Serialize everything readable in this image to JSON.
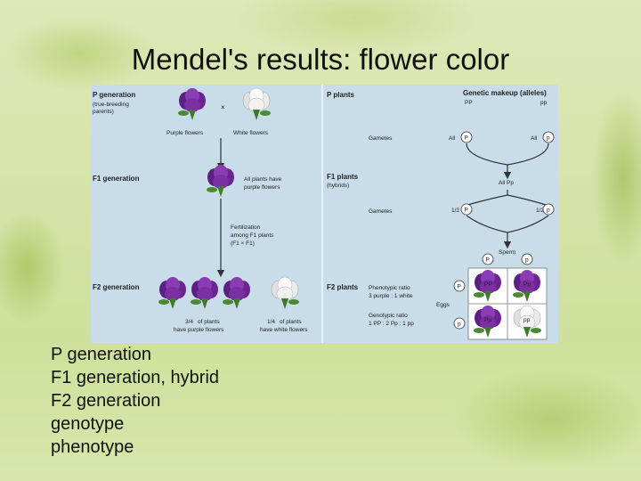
{
  "slide": {
    "title": "Mendel's results: flower color",
    "terms": [
      "P generation",
      "F1 generation, hybrid",
      "F2 generation",
      "genotype",
      "phenotype"
    ]
  },
  "figure": {
    "left_panel": {
      "p_gen_label": "P generation",
      "p_gen_sub1": "(true-breeding",
      "p_gen_sub2": "parents)",
      "cross_symbol": "×",
      "purple_flowers": "Purple flowers",
      "white_flowers": "White flowers",
      "f1_gen_label": "F1 generation",
      "f1_note1": "All plants have",
      "f1_note2": "purple flowers",
      "fert1": "Fertilization",
      "fert2": "among F1 plants",
      "fert3": "(F1 × F1)",
      "f2_gen_label": "F2 generation",
      "purple_frac": "3/4",
      "purple_note1": "of plants",
      "purple_note2": "have purple flowers",
      "white_frac": "1/4",
      "white_note1": "of plants",
      "white_note2": "have white flowers"
    },
    "right_panel": {
      "p_plants": "P plants",
      "genetic_makeup": "Genetic makeup (alleles)",
      "pp_left": "PP",
      "pp_right": "pp",
      "gametes": "Gametes",
      "all_left": "All",
      "all_right": "All",
      "gamete_big_p": "P",
      "gamete_small_p": "p",
      "f1_plants": "F1 plants",
      "hybrids": "(hybrids)",
      "all_pp": "All Pp",
      "half": "1/2",
      "gametes2": "Gametes",
      "sperm": "Sperm",
      "eggs": "Eggs",
      "f2_plants": "F2 plants",
      "pheno_ratio": "Phenotypic ratio",
      "pheno_value": "3 purple : 1 white",
      "geno_ratio": "Genotypic ratio",
      "geno_value": "1 PP : 2 Pp : 1 pp",
      "punnett": [
        "PP",
        "Pp",
        "Pp",
        "pp"
      ]
    },
    "colors": {
      "purple_flower": "#7b2fa0",
      "white_flower": "#f2f2f2",
      "panel_bg": "#c8dcea",
      "arrow": "#333333"
    }
  }
}
